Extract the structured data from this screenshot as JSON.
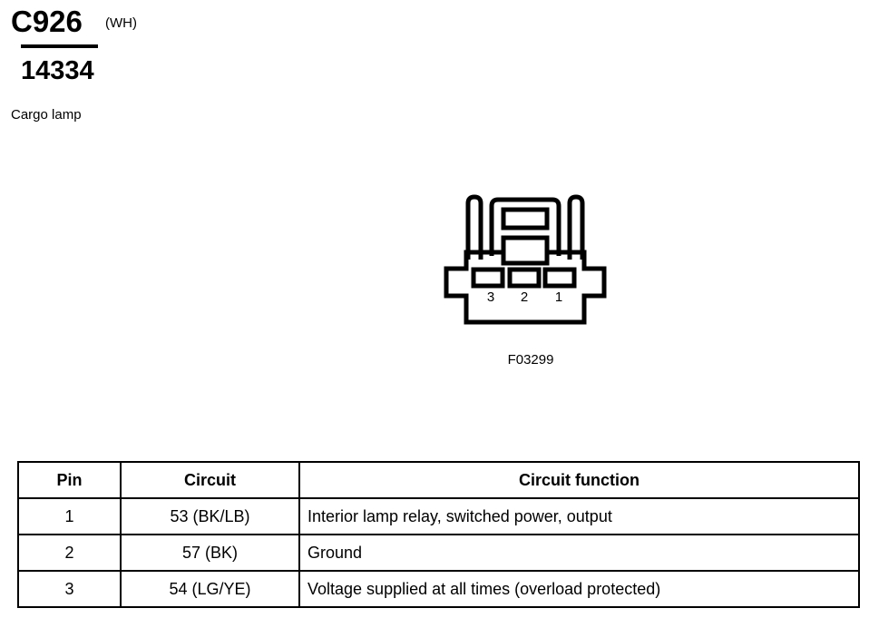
{
  "header": {
    "connector_id": "C926",
    "connector_color": "(WH)",
    "part_number": "14334",
    "component_name": "Cargo lamp"
  },
  "connector_figure": {
    "figure_ref": "F03299",
    "pin_labels": [
      "3",
      "2",
      "1"
    ],
    "cavity_count": 3,
    "outline_color": "#000000",
    "fill_color": "#ffffff"
  },
  "pin_table": {
    "columns": [
      "Pin",
      "Circuit",
      "Circuit function"
    ],
    "rows": [
      {
        "pin": "1",
        "circuit": "53 (BK/LB)",
        "function": "Interior lamp relay, switched power, output"
      },
      {
        "pin": "2",
        "circuit": "57 (BK)",
        "function": "Ground"
      },
      {
        "pin": "3",
        "circuit": "54 (LG/YE)",
        "function": "Voltage supplied at all times (overload protected)"
      }
    ]
  }
}
